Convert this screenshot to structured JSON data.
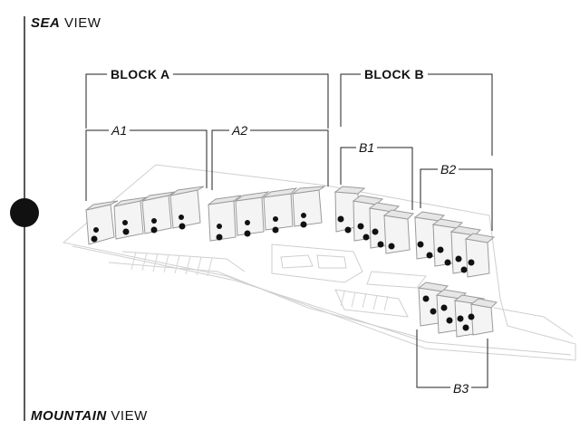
{
  "views": {
    "sea": {
      "bold": "SEA",
      "rest": "VIEW"
    },
    "mountain": {
      "bold": "MOUNTAIN",
      "rest": "VIEW"
    }
  },
  "blocks": {
    "a": "BLOCK A",
    "b": "BLOCK B"
  },
  "subblocks": {
    "a1": "A1",
    "a2": "A2",
    "b1": "B1",
    "b2": "B2",
    "b3": "B3"
  },
  "colors": {
    "line": "#222222",
    "building_fill": "#f4f4f4",
    "building_stroke": "#9a9a9a",
    "site_stroke": "#c8c8c8",
    "marker": "#111111"
  }
}
